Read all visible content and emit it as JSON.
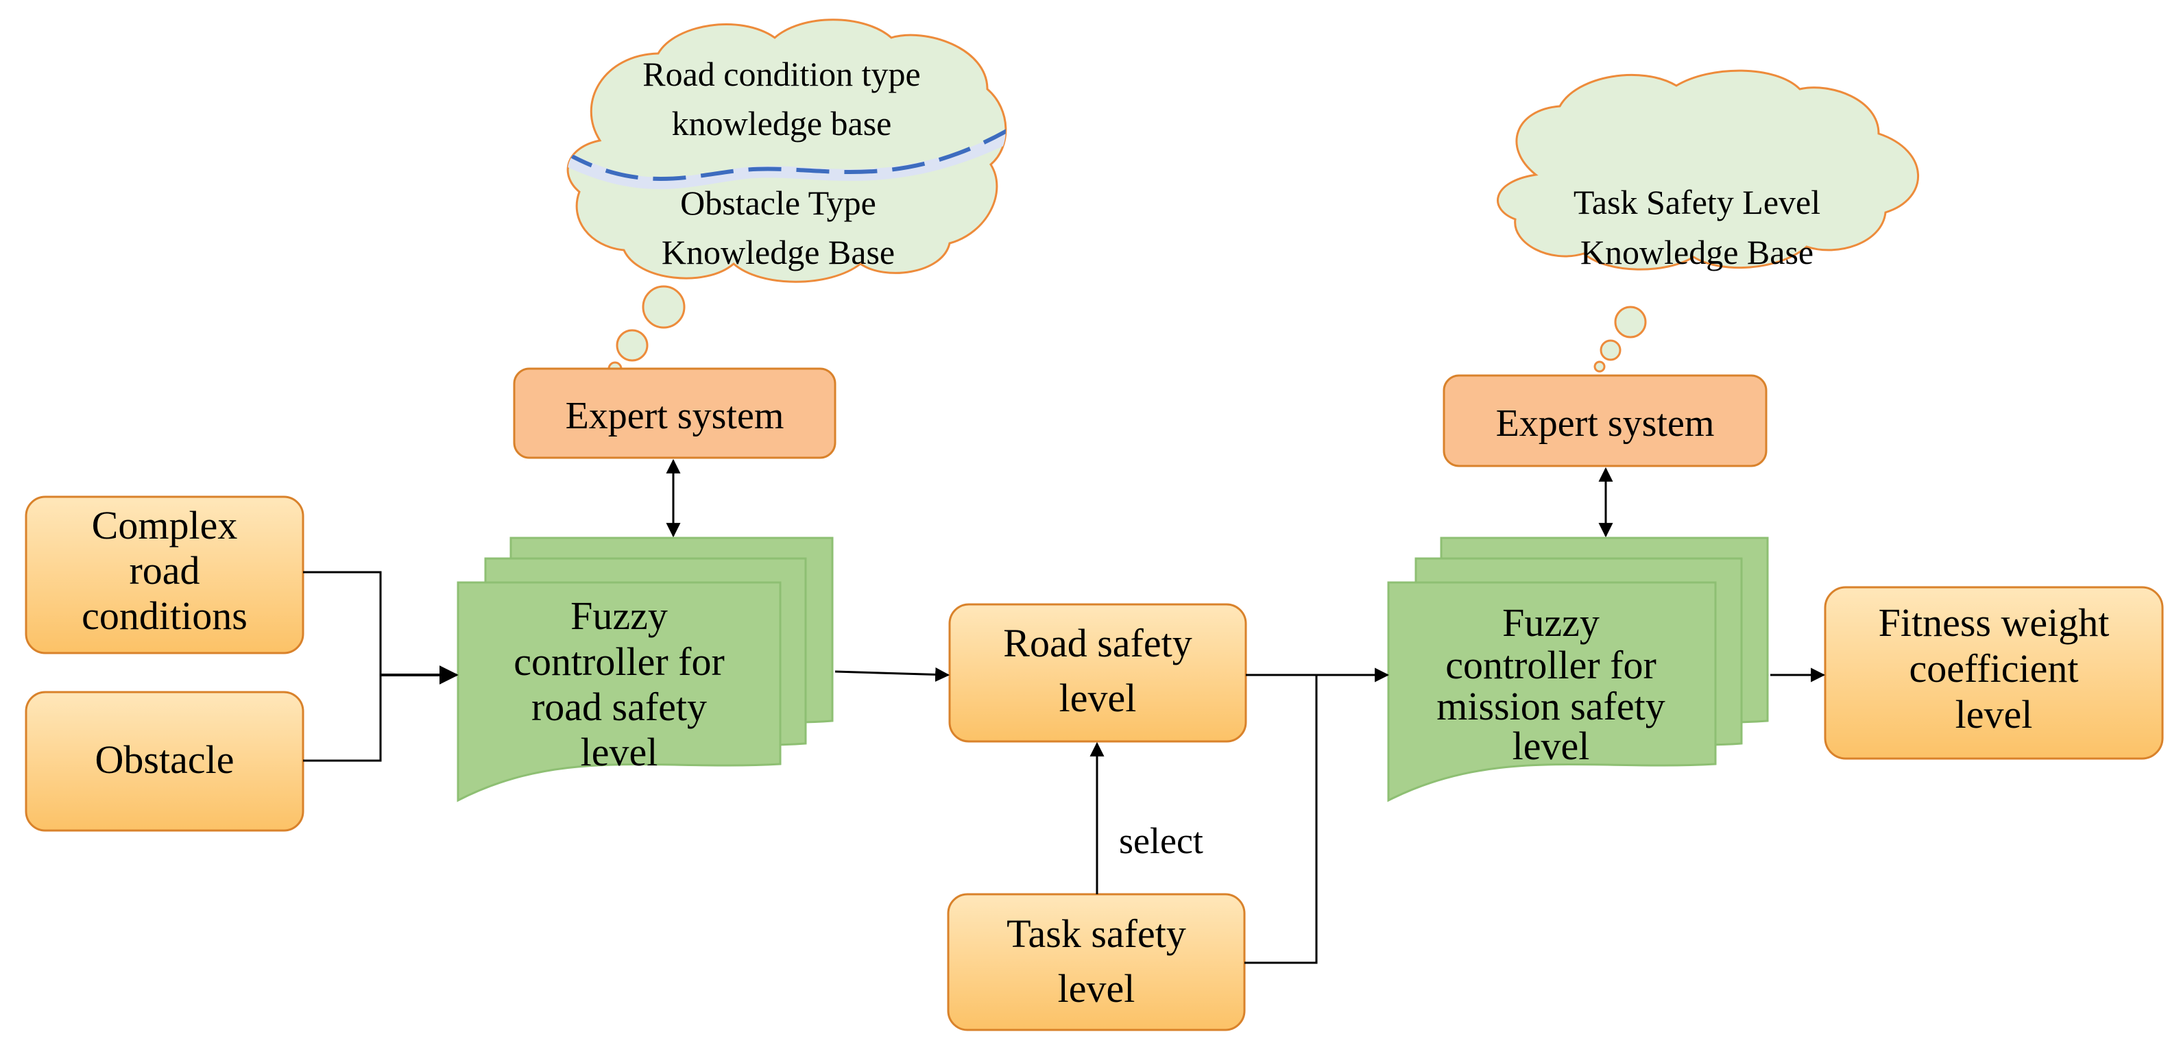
{
  "knowledge_bases": {
    "road_condition": [
      "Road condition type",
      "knowledge base"
    ],
    "obstacle": [
      "Obstacle Type",
      "Knowledge Base"
    ],
    "task_safety": [
      "Task Safety Level",
      "Knowledge Base"
    ]
  },
  "expert_systems": {
    "left": "Expert system",
    "right": "Expert system"
  },
  "inputs": {
    "complex_road": [
      "Complex",
      "road",
      "conditions"
    ],
    "obstacle": "Obstacle"
  },
  "fuzzy_controllers": {
    "road": [
      "Fuzzy",
      "controller for",
      "road safety",
      "level"
    ],
    "mission": [
      "Fuzzy",
      "controller for",
      "mission safety",
      "level"
    ]
  },
  "nodes": {
    "road_safety": [
      "Road safety",
      "level"
    ],
    "task_safety": [
      "Task safety",
      "level"
    ],
    "fitness": [
      "Fitness weight",
      "coefficient",
      "level"
    ]
  },
  "edge_labels": {
    "select": "select"
  },
  "colors": {
    "orange_fill_top": "#ffe7ba",
    "orange_fill_bottom": "#fcc267",
    "orange_stroke": "#d9822b",
    "expert_fill": "#fac090",
    "green_fill": "#a8d08d",
    "green_stroke": "#8ebf73",
    "cloud_fill": "#e2efd9",
    "cloud_stroke": "#ed8b3b",
    "dash_band": "#dce3f4",
    "dash_line": "#3d6cbf",
    "connector": "#000000"
  }
}
